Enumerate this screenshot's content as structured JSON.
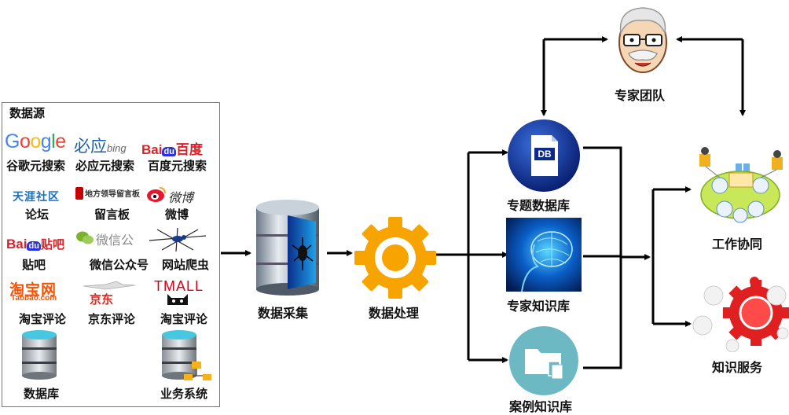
{
  "source_panel": {
    "title": "数据源",
    "items": [
      {
        "logo": "Google",
        "label": "谷歌元搜索"
      },
      {
        "logo_cn": "必应",
        "logo_en": "bing",
        "label": "必应元搜索"
      },
      {
        "logo_en": "Bai",
        "logo_paw": "du",
        "logo_cn": "百度",
        "label": "百度元搜索"
      },
      {
        "logo": "天涯社区",
        "label": "论坛"
      },
      {
        "logo": "地方领导留言板",
        "label": "留言板"
      },
      {
        "logo": "微博",
        "label": "微博"
      },
      {
        "logo_en": "Bai",
        "logo_paw": "du",
        "logo_cn": "贴吧",
        "label": "贴吧"
      },
      {
        "logo": "微信公",
        "label": "微信公众号"
      },
      {
        "label": "网站爬虫"
      },
      {
        "logo": "淘宝网",
        "logo_sub": "Taobao.com",
        "label": "淘宝评论"
      },
      {
        "logo": "京东",
        "label": "京东评论"
      },
      {
        "logo": "TMALL",
        "label": "淘宝评论"
      },
      {
        "label": "数据库"
      },
      {
        "label": "业务系统"
      }
    ]
  },
  "nodes": {
    "collect": "数据采集",
    "process": "数据处理",
    "topic_db": "专题数据库",
    "topic_db_badge": "DB",
    "expert_kb": "专家知识库",
    "case_kb": "案例知识库",
    "expert_team": "专家团队",
    "collab": "工作协同",
    "service": "知识服务"
  },
  "colors": {
    "google_blue": "#4285F4",
    "google_red": "#EA4335",
    "google_yellow": "#FBBC05",
    "google_green": "#34A853",
    "baidu_red": "#DE1F26",
    "baidu_blue": "#2932E1",
    "tianya_blue": "#1E6FC0",
    "taobao_orange": "#FF5000",
    "tmall_red": "#D7001B",
    "gear_orange": "#F7A400",
    "db_navy": "#0B2A8A",
    "case_teal": "#6CB9C4",
    "service_red": "#E02020"
  }
}
